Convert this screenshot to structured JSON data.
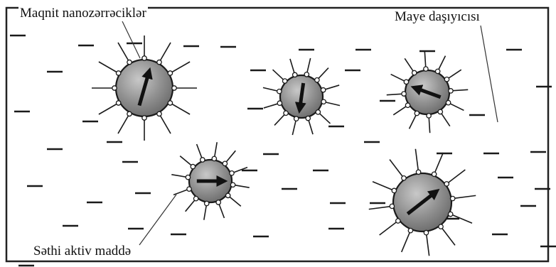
{
  "diagram": {
    "labels": {
      "magnetic_nanoparticles": "Maqnit nanozərrəciklər",
      "carrier_liquid": "Maye daşıyıcısı",
      "surfactant": "Səthi aktiv maddə"
    }
  },
  "colors": {
    "ink": "#1a1a1a",
    "particle_fill": "#8c8c8c",
    "particle_highlight": "#c8c8c8",
    "background": "#ffffff"
  }
}
